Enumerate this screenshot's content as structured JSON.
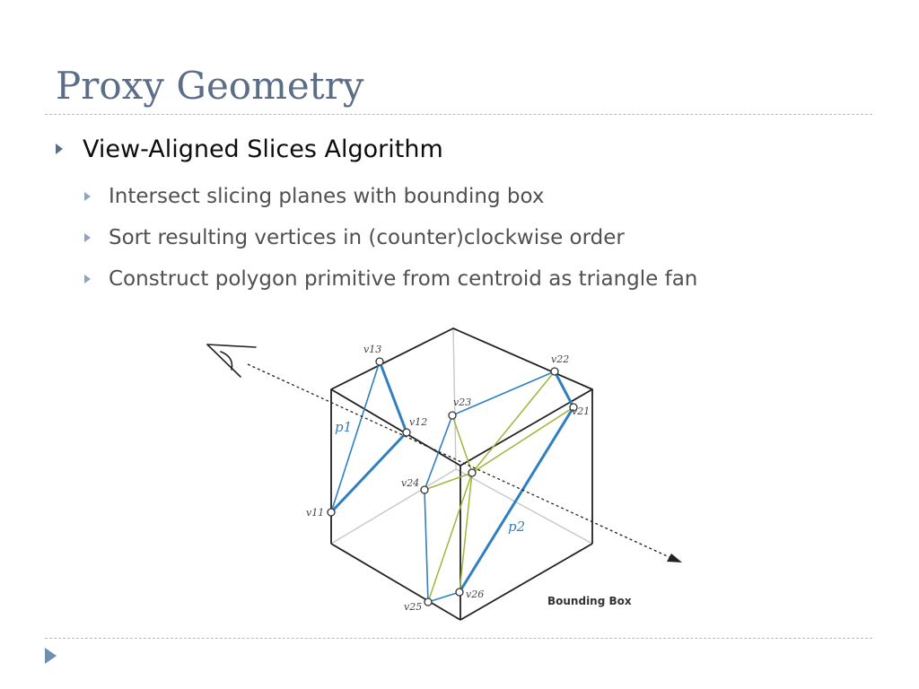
{
  "slide": {
    "title": "Proxy Geometry",
    "bullet": "View-Aligned Slices Algorithm",
    "sub_bullets": [
      "Intersect slicing planes with bounding box",
      "Sort resulting vertices in (counter)clockwise order",
      "Construct polygon primitive from centroid as triangle fan"
    ]
  },
  "diagram": {
    "vertex_labels": {
      "v11": "v11",
      "v12": "v12",
      "v13": "v13",
      "v21": "v21",
      "v22": "v22",
      "v23": "v23",
      "v24": "v24",
      "v25": "v25",
      "v26": "v26"
    },
    "polygon_labels": {
      "p1": "p1",
      "p2": "p2"
    },
    "box_label": "Bounding Box",
    "colors": {
      "box_edge": "#222222",
      "hidden_edge": "#c8c8c8",
      "slice_outline": "#2f7fc1",
      "fan_line": "#a3b43a",
      "view_ray": "#222222"
    }
  }
}
